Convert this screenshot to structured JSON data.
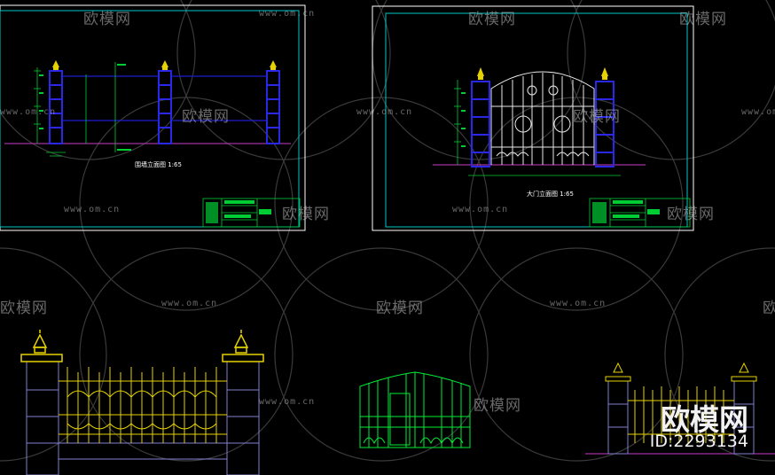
{
  "watermark": {
    "logo_text": "欧模网",
    "url_text": "www.om.cn",
    "brand_text": "欧模网",
    "id_text": "ID:2293134"
  },
  "drawings": {
    "left_sheet_caption": "围墙立面图 1:65",
    "right_sheet_caption": "大门立面图 1:65"
  },
  "colors": {
    "sheet_border": "#ffffff",
    "sheet_inner_border": "#00c8c8",
    "fence_blue": "#1e1ecc",
    "ground_magenta": "#c83cc8",
    "dimension_green": "#00cc33",
    "ornament_yellow": "#e6d200",
    "gate_white": "#e8e8e8"
  }
}
